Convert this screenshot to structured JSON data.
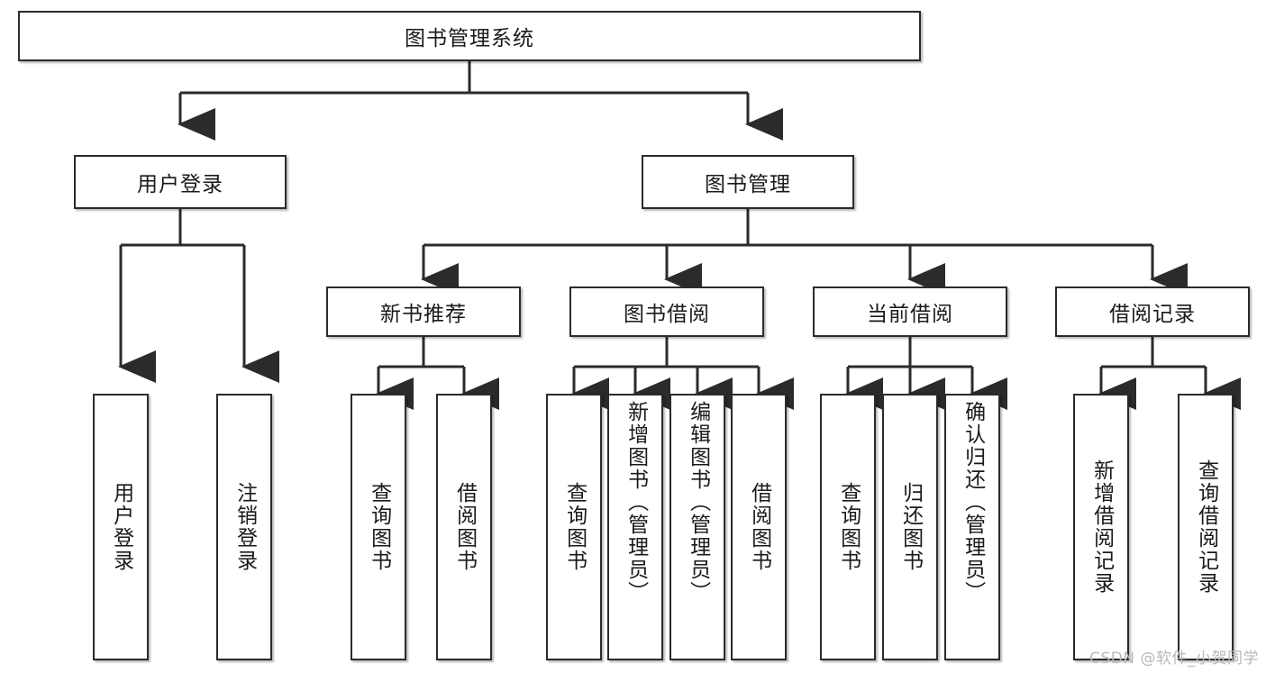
{
  "diagram": {
    "title_text": "图书管理系统",
    "type": "tree-diagram",
    "line_color": "#2b2b2b",
    "box_fill": "#ffffff",
    "text_color": "#1a1a1a",
    "root": {
      "label": "图书管理系统"
    },
    "level2": [
      {
        "label": "用户登录"
      },
      {
        "label": "图书管理"
      }
    ],
    "level3": [
      {
        "label": "新书推荐"
      },
      {
        "label": "图书借阅"
      },
      {
        "label": "当前借阅"
      },
      {
        "label": "借阅记录"
      }
    ],
    "leaves": {
      "user_login": [
        {
          "label": "用户登录"
        },
        {
          "label": "注销登录"
        }
      ],
      "new_book": [
        {
          "label": "查询图书"
        },
        {
          "label": "借阅图书"
        }
      ],
      "book_borrow": [
        {
          "label": "查询图书"
        },
        {
          "label": "新增图书（管理员）"
        },
        {
          "label": "编辑图书（管理员）"
        },
        {
          "label": "借阅图书"
        }
      ],
      "current_borrow": [
        {
          "label": "查询图书"
        },
        {
          "label": "归还图书"
        },
        {
          "label": "确认归还（管理员）"
        }
      ],
      "borrow_record": [
        {
          "label": "新增借阅记录"
        },
        {
          "label": "查询借阅记录"
        }
      ]
    }
  },
  "watermark": {
    "text": "CSDN @软件_小贺同学",
    "color": "#b9b9b9"
  }
}
